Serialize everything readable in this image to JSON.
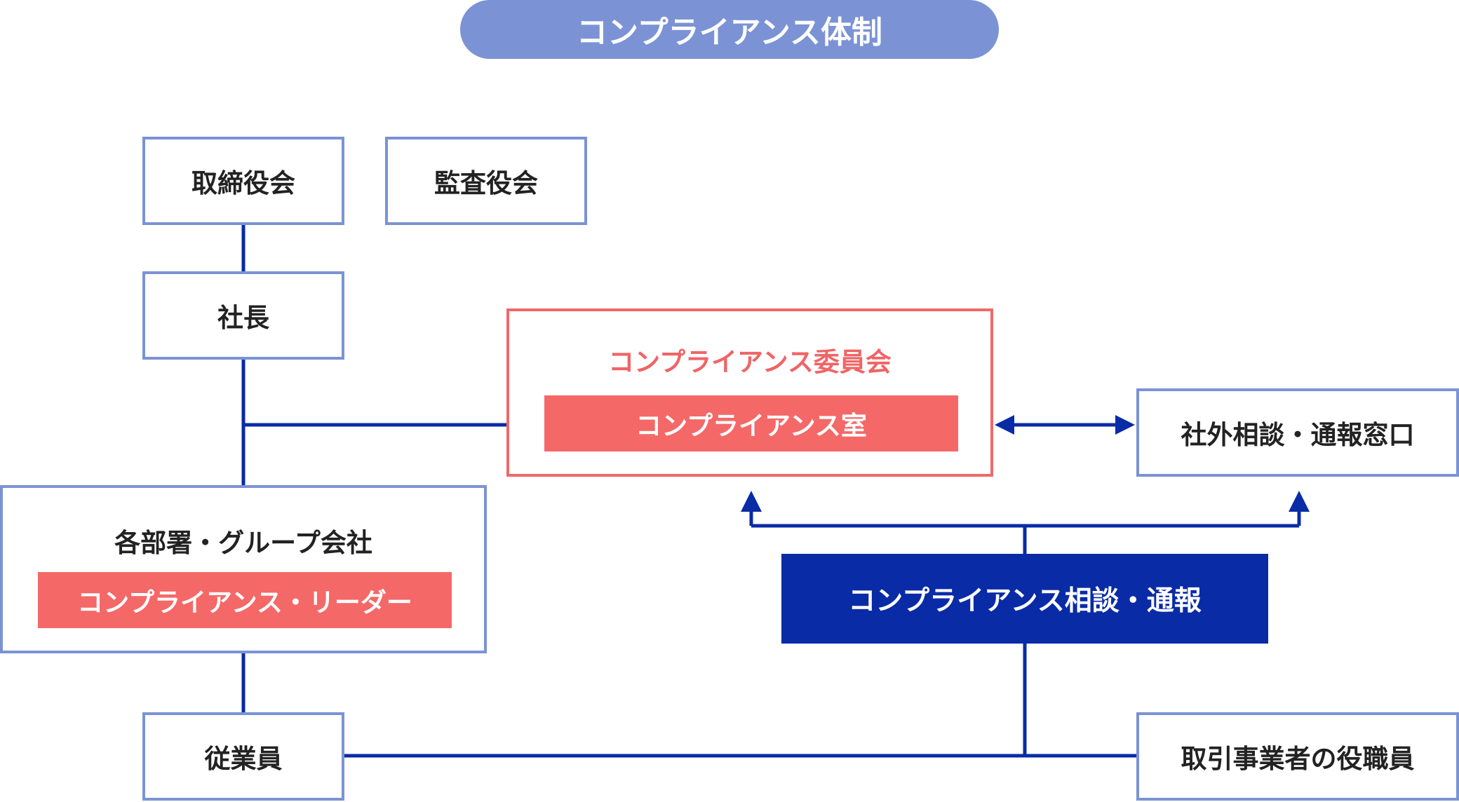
{
  "title": "コンプライアンス体制",
  "nodes": {
    "board": "取締役会",
    "auditors": "監査役会",
    "president": "社長",
    "committee": "コンプライアンス委員会",
    "office": "コンプライアンス室",
    "external_desk": "社外相談・通報窓口",
    "departments": "各部署・グループ会社",
    "leader": "コンプライアンス・リーダー",
    "consultation": "コンプライアンス相談・通報",
    "employees": "従業員",
    "partners": "取引事業者の役職員"
  },
  "colors": {
    "box_border": "#7b93d4",
    "accent_red": "#f56868",
    "navy": "#0a2ba6",
    "line": "#0a2ba6"
  }
}
